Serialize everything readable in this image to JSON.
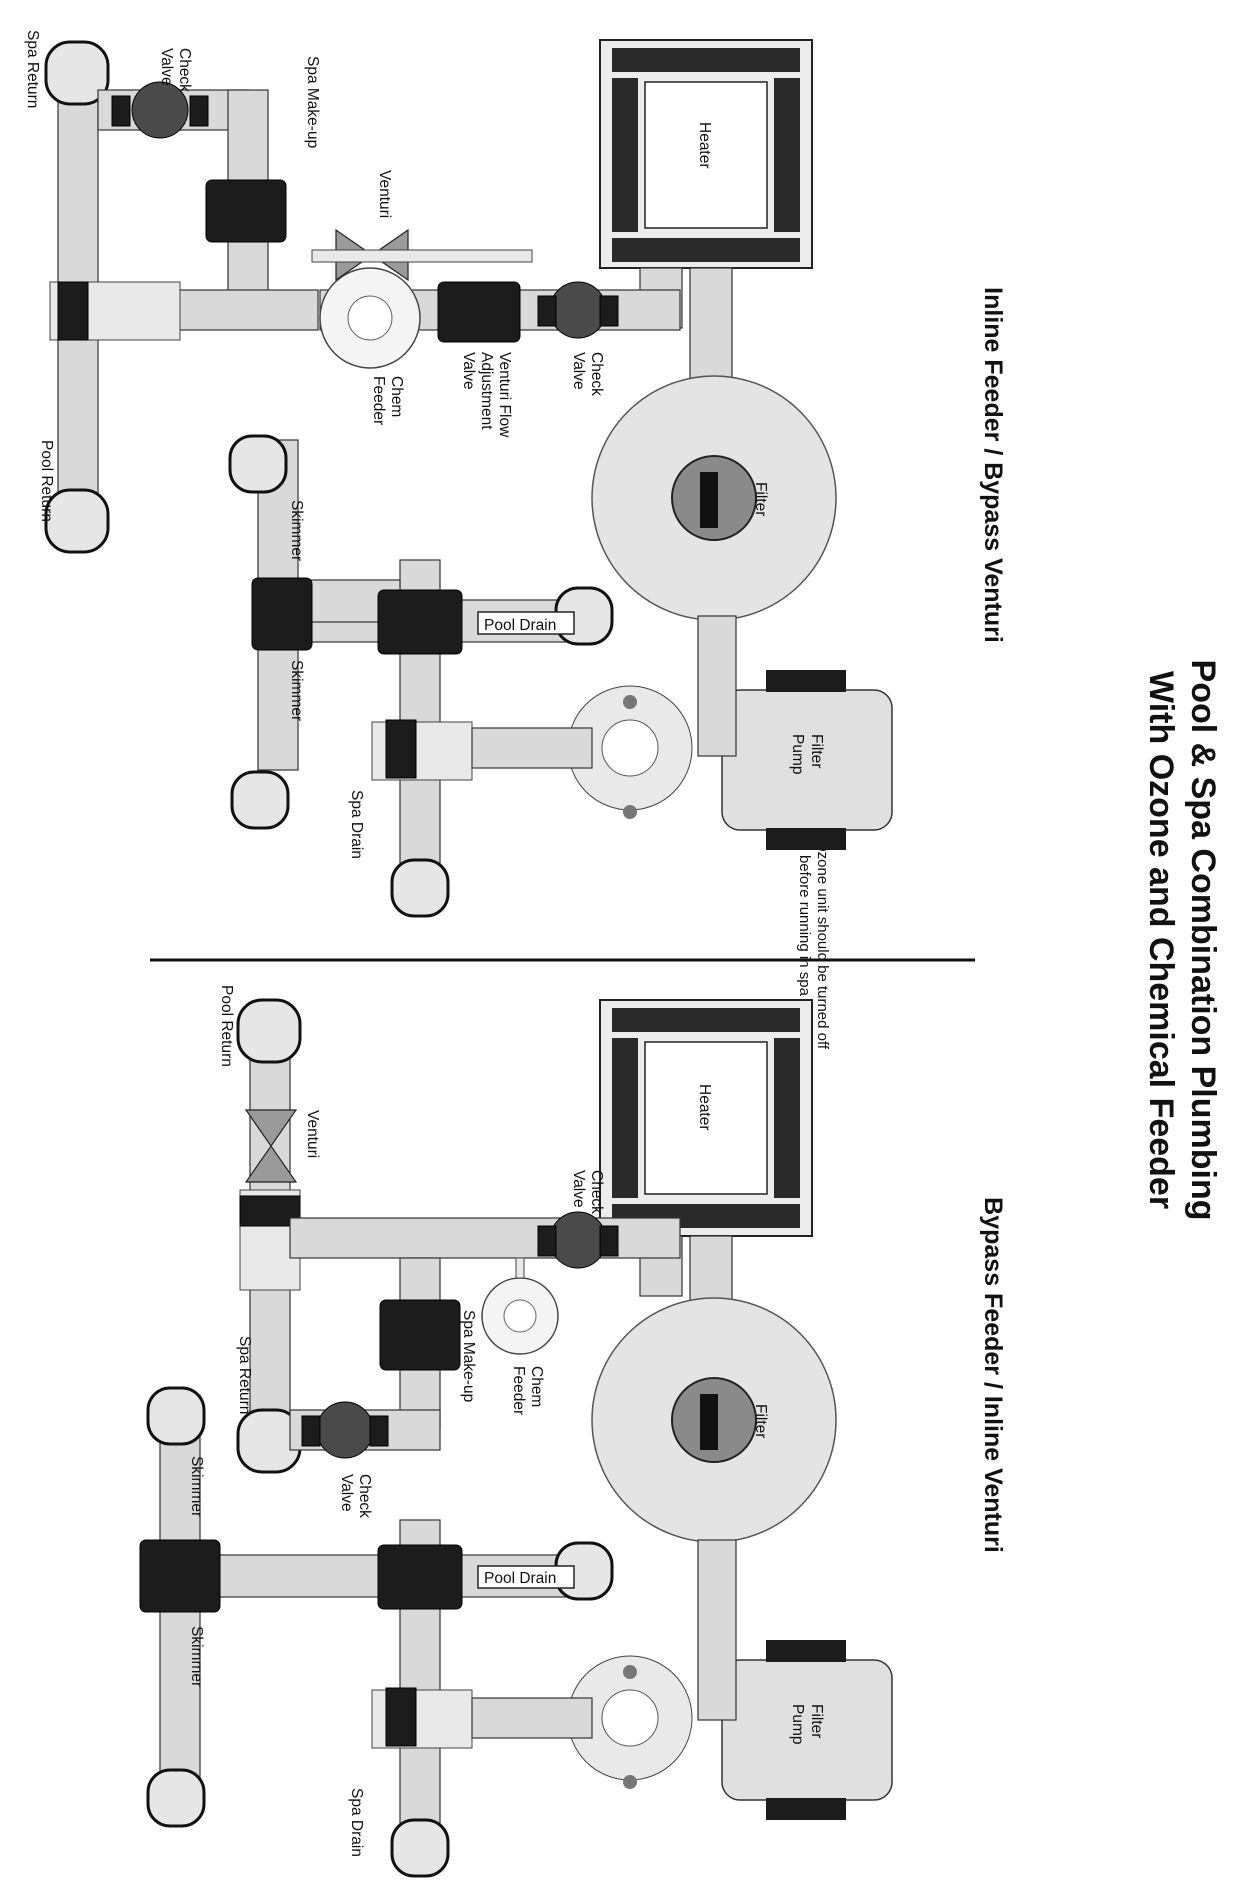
{
  "title": {
    "line1": "Pool & Spa Combination Plumbing",
    "line2": "With Ozone and Chemical Feeder"
  },
  "note": {
    "line1": "Note: Ozone unit should be turned off",
    "line2": "before running in spa mode."
  },
  "diagram_top": {
    "subtitle": "Inline Feeder / Bypass Venturi",
    "labels": {
      "spa_return": "Spa Return",
      "check_valve_a_1": "Check",
      "check_valve_a_2": "Valve",
      "spa_makeup": "Spa Make-up",
      "venturi": "Venturi",
      "heater": "Heater",
      "check_valve_b_1": "Check",
      "check_valve_b_2": "Valve",
      "venturi_flow_1": "Venturi Flow",
      "venturi_flow_2": "Adjustment",
      "venturi_flow_3": "Valve",
      "chem_feeder_1": "Chem",
      "chem_feeder_2": "Feeder",
      "pool_return": "Pool Return",
      "filter": "Filter",
      "skimmer_1": "Skimmer",
      "pool_drain": "Pool Drain",
      "skimmer_2": "Skimmer",
      "filter_pump_1": "Filter",
      "filter_pump_2": "Pump",
      "spa_drain": "Spa Drain"
    }
  },
  "diagram_bottom": {
    "subtitle": "Bypass Feeder / Inline Venturi",
    "labels": {
      "pool_return": "Pool Return",
      "venturi": "Venturi",
      "heater": "Heater",
      "check_valve_a_1": "Check",
      "check_valve_a_2": "Valve",
      "spa_return": "Spa Return",
      "spa_makeup": "Spa Make-up",
      "chem_feeder_1": "Chem",
      "chem_feeder_2": "Feeder",
      "check_valve_b_1": "Check",
      "check_valve_b_2": "Valve",
      "filter": "Filter",
      "skimmer_1": "Skimmer",
      "pool_drain": "Pool Drain",
      "skimmer_2": "Skimmer",
      "filter_pump_1": "Filter",
      "filter_pump_2": "Pump",
      "spa_drain": "Spa Drain"
    }
  }
}
